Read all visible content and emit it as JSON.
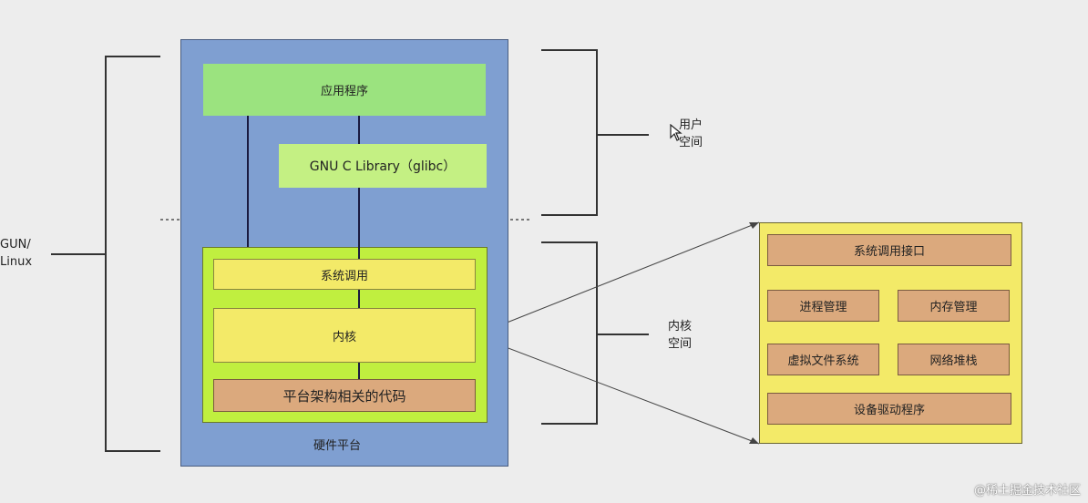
{
  "left_label": {
    "line1": "GUN/",
    "line2": "Linux"
  },
  "user_space_label": {
    "line1": "用户",
    "line2": "空间"
  },
  "kernel_space_label": {
    "line1": "内核",
    "line2": "空间"
  },
  "boxes": {
    "application": "应用程序",
    "glibc": "GNU C Library（glibc）",
    "syscall": "系统调用",
    "kernel": "内核",
    "arch_code": "平台架构相关的代码",
    "hardware": "硬件平台"
  },
  "detail": {
    "syscall_interface": "系统调用接口",
    "process_mgmt": "进程管理",
    "memory_mgmt": "内存管理",
    "vfs": "虚拟文件系统",
    "network_stack": "网络堆栈",
    "device_drivers": "设备驱动程序"
  },
  "colors": {
    "hardware_blue": "#7f9fd1",
    "green": "#9be37f",
    "light_green": "#c4f083",
    "lime": "#c0ef3f",
    "yellow": "#f3ea68",
    "tan": "#dba97d"
  },
  "watermark": "@稀土掘金技术社区"
}
